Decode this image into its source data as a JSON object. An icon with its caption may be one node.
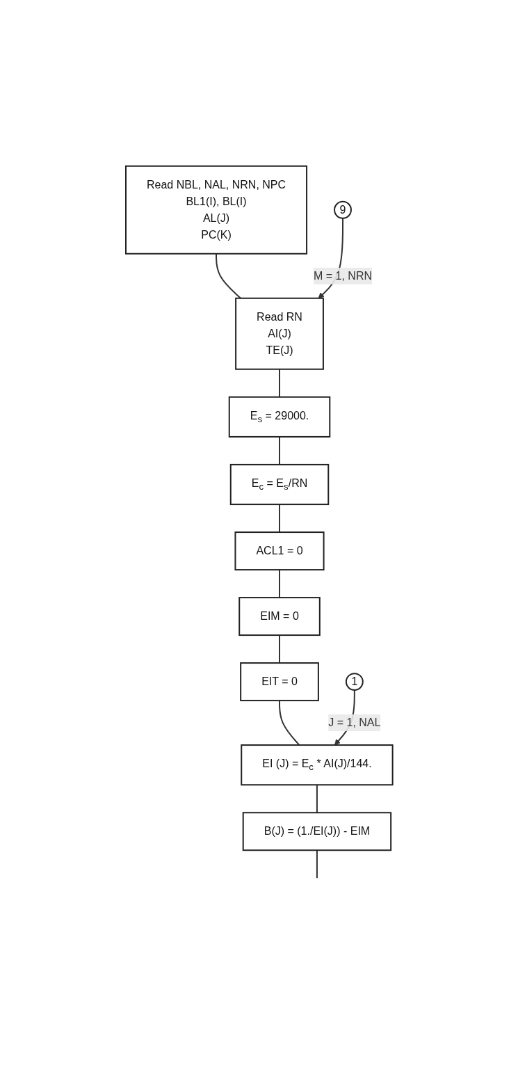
{
  "diagram": {
    "nodes": [
      {
        "text": [
          "Read NBL, NAL, NRN, NPC",
          "BL1(I), BL(I)",
          "AL(J)",
          "PC(K)"
        ]
      },
      {
        "text": [
          "9"
        ]
      },
      {
        "text": [
          "Read RN",
          "AI(J)",
          "TE(J)"
        ]
      },
      {
        "text": [
          "E$_{s}$ = 29000."
        ]
      },
      {
        "text": [
          "E$_{c}$ = E$_{s}$/RN"
        ]
      },
      {
        "text": [
          "ACL1 = 0"
        ]
      },
      {
        "text": [
          "EIM = 0"
        ]
      },
      {
        "text": [
          "EIT = 0"
        ]
      },
      {
        "text": [
          "1"
        ]
      },
      {
        "text": [
          "EI (J) = E$_{c}$ * AI(J)/144."
        ]
      },
      {
        "text": [
          "B(J) = (1./EI(J)) - EIM"
        ]
      }
    ],
    "edges": [
      {
        "from": 0,
        "to": 2,
        "arrow": "none"
      },
      {
        "from": 1,
        "to": 2,
        "arrow": "to",
        "label": "M = 1, NRN"
      },
      {
        "from": 2,
        "to": 3,
        "arrow": "none"
      },
      {
        "from": 3,
        "to": 4,
        "arrow": "none"
      },
      {
        "from": 4,
        "to": 5,
        "arrow": "none"
      },
      {
        "from": 5,
        "to": 6,
        "arrow": "none"
      },
      {
        "from": 6,
        "to": 7,
        "arrow": "none"
      },
      {
        "from": 7,
        "to": 9,
        "arrow": "none"
      },
      {
        "from": 8,
        "to": 9,
        "arrow": "to",
        "label": "J = 1, NAL"
      },
      {
        "from": 9,
        "to": 10,
        "arrow": "none"
      },
      {
        "from": 10,
        "to": null,
        "arrow": "none"
      }
    ]
  }
}
